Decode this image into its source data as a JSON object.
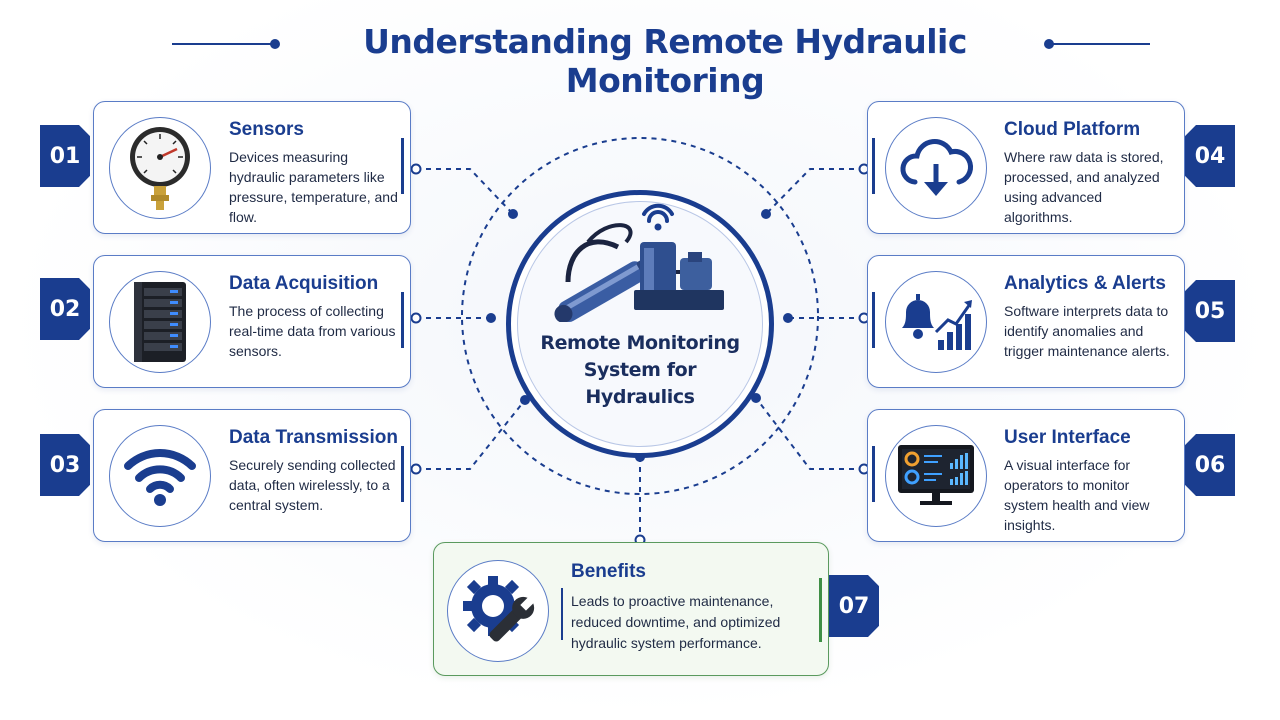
{
  "title": "Understanding Remote Hydraulic Monitoring",
  "center": {
    "line1": "Remote Monitoring",
    "line2": "System for Hydraulics",
    "icon": "hydraulic-system-icon"
  },
  "colors": {
    "primary": "#1a3d8f",
    "benefits_border": "#5a9a5e",
    "benefits_bg": "#f3f9f1"
  },
  "items": [
    {
      "number": "01",
      "title": "Sensors",
      "text": "Devices measuring hydraulic parameters like pressure, temperature, and flow.",
      "icon": "pressure-gauge-icon"
    },
    {
      "number": "02",
      "title": "Data Acquisition",
      "text": "The process of collecting real-time data from various sensors.",
      "icon": "server-rack-icon"
    },
    {
      "number": "03",
      "title": "Data Transmission",
      "text": "Securely sending collected data, often wirelessly, to a central system.",
      "icon": "wifi-icon"
    },
    {
      "number": "04",
      "title": "Cloud Platform",
      "text": "Where raw data is stored, processed, and analyzed using advanced algorithms.",
      "icon": "cloud-download-icon"
    },
    {
      "number": "05",
      "title": "Analytics & Alerts",
      "text": "Software interprets data to identify anomalies and trigger maintenance alerts.",
      "icon": "bell-chart-icon"
    },
    {
      "number": "06",
      "title": "User Interface",
      "text": "A visual interface for operators to monitor system health and view insights.",
      "icon": "monitor-dashboard-icon"
    },
    {
      "number": "07",
      "title": "Benefits",
      "text": "Leads to proactive maintenance, reduced downtime, and optimized hydraulic system performance.",
      "icon": "gear-wrench-icon"
    }
  ]
}
